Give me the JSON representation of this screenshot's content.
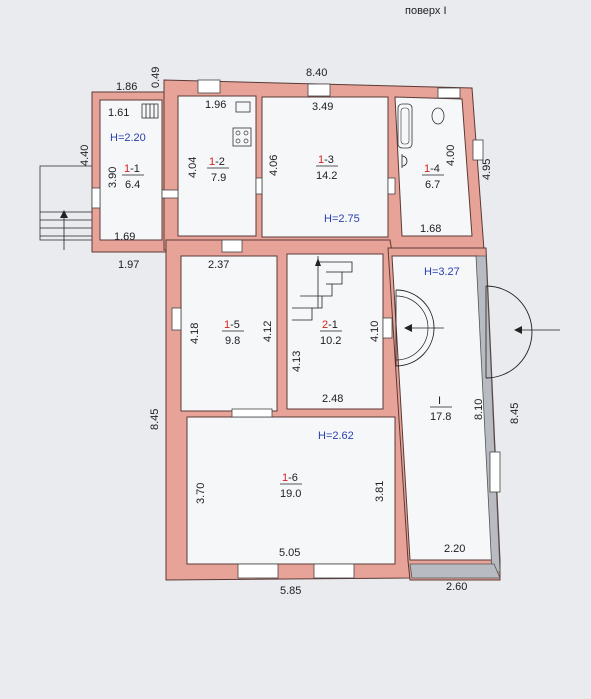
{
  "header": {
    "floor_label": "поверх I"
  },
  "dimensions": [
    {
      "id": "top_left_width",
      "text": "1.86"
    },
    {
      "id": "top_thickness",
      "text": "0.49"
    },
    {
      "id": "top_total",
      "text": "8.40"
    },
    {
      "id": "left_outer",
      "text": "4.40"
    },
    {
      "id": "inner_1_1_top",
      "text": "1.61"
    },
    {
      "id": "inner_1_1_side",
      "text": "3.90"
    },
    {
      "id": "inner_1_1_bottom",
      "text": "1.69"
    },
    {
      "id": "left_bottom_outer",
      "text": "1.97"
    },
    {
      "id": "inner_1_2_top",
      "text": "1.96"
    },
    {
      "id": "inner_1_2_left",
      "text": "4.04"
    },
    {
      "id": "inner_1_3_left",
      "text": "4.06"
    },
    {
      "id": "inner_1_3_top",
      "text": "3.49"
    },
    {
      "id": "inner_1_4_right",
      "text": "4.00"
    },
    {
      "id": "inner_1_4_bottom",
      "text": "1.68"
    },
    {
      "id": "right_upper_outer",
      "text": "4.95"
    },
    {
      "id": "inner_1_5_top",
      "text": "2.37"
    },
    {
      "id": "inner_1_5_left",
      "text": "4.18"
    },
    {
      "id": "inner_1_5_right",
      "text": "4.12"
    },
    {
      "id": "inner_2_1_left",
      "text": "4.13"
    },
    {
      "id": "inner_2_1_right",
      "text": "4.10"
    },
    {
      "id": "inner_2_1_bottom",
      "text": "2.48"
    },
    {
      "id": "left_lower_outer",
      "text": "8.45"
    },
    {
      "id": "inner_1_6_left",
      "text": "3.70"
    },
    {
      "id": "inner_1_6_right",
      "text": "3.81"
    },
    {
      "id": "inner_1_6_bottom",
      "text": "5.05"
    },
    {
      "id": "bottom_total",
      "text": "5.85"
    },
    {
      "id": "inner_I_side",
      "text": "8.10"
    },
    {
      "id": "right_lower_outer",
      "text": "8.45"
    },
    {
      "id": "inner_I_bottom",
      "text": "2.20"
    },
    {
      "id": "bottom_right_outer",
      "text": "2.60"
    }
  ],
  "heights": [
    {
      "id": "h_1_1",
      "text": "H=2.20"
    },
    {
      "id": "h_1_3",
      "text": "H=2.75"
    },
    {
      "id": "h_I",
      "text": "H=3.27"
    },
    {
      "id": "h_1_6",
      "text": "H=2.62"
    }
  ],
  "rooms": [
    {
      "id": "r1_1",
      "prefix": "1",
      "num": "-1",
      "area": "6.4"
    },
    {
      "id": "r1_2",
      "prefix": "1",
      "num": "-2",
      "area": "7.9"
    },
    {
      "id": "r1_3",
      "prefix": "1",
      "num": "-3",
      "area": "14.2"
    },
    {
      "id": "r1_4",
      "prefix": "1",
      "num": "-4",
      "area": "6.7"
    },
    {
      "id": "r1_5",
      "prefix": "1",
      "num": "-5",
      "area": "9.8"
    },
    {
      "id": "r2_1",
      "prefix": "2",
      "num": "-1",
      "area": "10.2"
    },
    {
      "id": "r1_6",
      "prefix": "1",
      "num": "-6",
      "area": "19.0"
    },
    {
      "id": "rI",
      "prefix": "",
      "num": "I",
      "area": "17.8"
    }
  ]
}
